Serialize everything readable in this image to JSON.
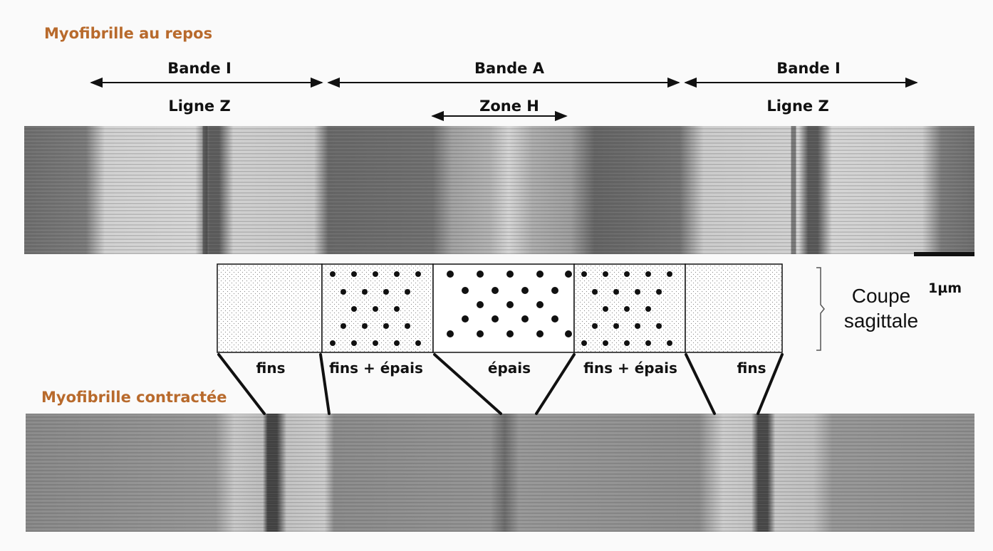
{
  "titles": {
    "rest": "Myofibrille au repos",
    "contracted": "Myofibrille contractée"
  },
  "bands": {
    "band_i_left": "Bande I",
    "band_a": "Bande A",
    "band_i_right": "Bande I",
    "line_z_left": "Ligne Z",
    "zone_h": "Zone H",
    "line_z_right": "Ligne Z"
  },
  "cross_section": {
    "label_line1": "Coupe",
    "label_line2": "sagittale",
    "segments": [
      {
        "label": "fins",
        "kind": "thin"
      },
      {
        "label": "fins + épais",
        "kind": "mixed"
      },
      {
        "label": "épais",
        "kind": "thick"
      },
      {
        "label": "fins + épais",
        "kind": "mixed"
      },
      {
        "label": "fins",
        "kind": "thin"
      }
    ]
  },
  "scale_bar": {
    "label": "1µm"
  },
  "colors": {
    "title": "#b86a2c",
    "text": "#111111",
    "thick_filament": "#111111"
  }
}
